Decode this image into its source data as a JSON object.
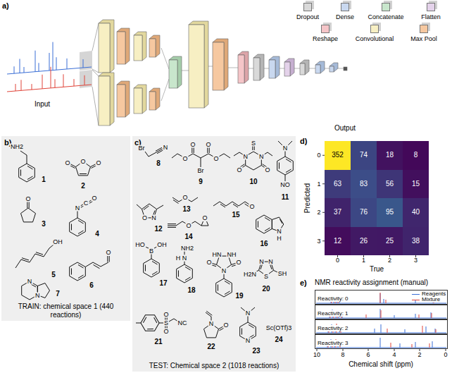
{
  "diagram": {
    "nodes": [
      {
        "text": [
          "TRAIN: chemical space 1 (440 reactions)"
        ]
      },
      {
        "text": [
          "TEST: Chemical space 2 (1018 reactions)"
        ]
      },
      {
        "text": [
          "Reactivity: 0"
        ]
      },
      {
        "text": [
          "Reactivity: 1"
        ]
      },
      {
        "text": [
          "Reactivity: 2"
        ]
      },
      {
        "text": [
          "Reactivity: 3"
        ]
      }
    ],
    "labels": [
      "a)",
      "Input",
      "Output",
      "b)",
      "NH2",
      "1",
      "O",
      "O",
      "O",
      "2",
      "O",
      "3",
      "N",
      "C",
      "O",
      "4",
      "OH",
      "5",
      "O",
      "6",
      "N",
      "N",
      "7",
      "c)",
      "Br",
      "N",
      "8",
      "O",
      "O",
      "O",
      "O",
      "Br",
      "9",
      "N",
      "S",
      "N",
      "O",
      "O",
      "10",
      "N",
      "NO",
      "11",
      "O",
      "N",
      "12",
      "O",
      "13",
      "O",
      "O",
      "14",
      "O",
      "15",
      "N",
      "H",
      "16",
      "OH",
      "HO",
      "B",
      "17",
      "H",
      "N",
      "NH2",
      "18",
      "O",
      "HN",
      "N",
      "NH",
      "O",
      "19",
      "N",
      "N",
      "H2N",
      "S",
      "SH",
      "20",
      "O",
      "S",
      "O",
      "NC",
      "21",
      "N",
      "O",
      "22",
      "N",
      "N",
      "23",
      "Sc(OTf)3",
      "24",
      "d)",
      "Predicted",
      "True",
      "0",
      "1",
      "2",
      "3",
      "0",
      "1",
      "2",
      "3",
      "352",
      "74",
      "18",
      "8",
      "63",
      "83",
      "56",
      "15",
      "37",
      "76",
      "95",
      "40",
      "12",
      "26",
      "25",
      "38",
      "e)",
      "NMR reactivity assignment (manual)",
      "10",
      "8",
      "6",
      "4",
      "2",
      "0",
      "Chemical shift (ppm)"
    ],
    "legend": [
      {
        "text": "Dropout",
        "color": "#d9d9d9"
      },
      {
        "text": "Dense",
        "color": "#c9d8ef"
      },
      {
        "text": "Concatenate",
        "color": "#c8e6cc"
      },
      {
        "text": "Flatten",
        "color": "#e4d2ea"
      },
      {
        "text": "Reshape",
        "color": "#f5c5c8"
      },
      {
        "text": "Convolutional",
        "color": "#f7efc3"
      },
      {
        "text": "Max Pool",
        "color": "#f6c8a0"
      },
      {
        "text": "Reagents"
      },
      {
        "text": "Mixture"
      }
    ]
  }
}
